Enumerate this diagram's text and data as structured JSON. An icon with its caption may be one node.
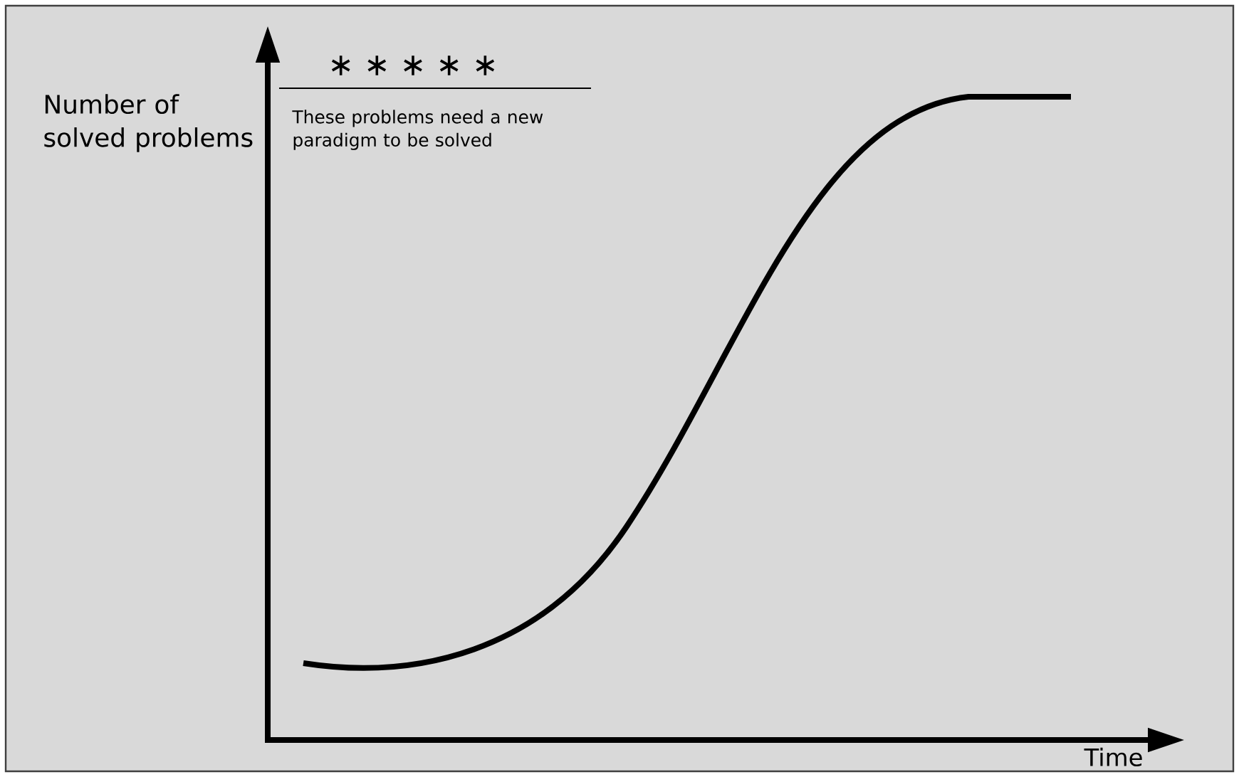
{
  "diagram": {
    "labels": [
      "Number of solved problems",
      "∗ ∗ ∗ ∗ ∗",
      "These problems need a new paradigm to be solved",
      "Time"
    ]
  }
}
